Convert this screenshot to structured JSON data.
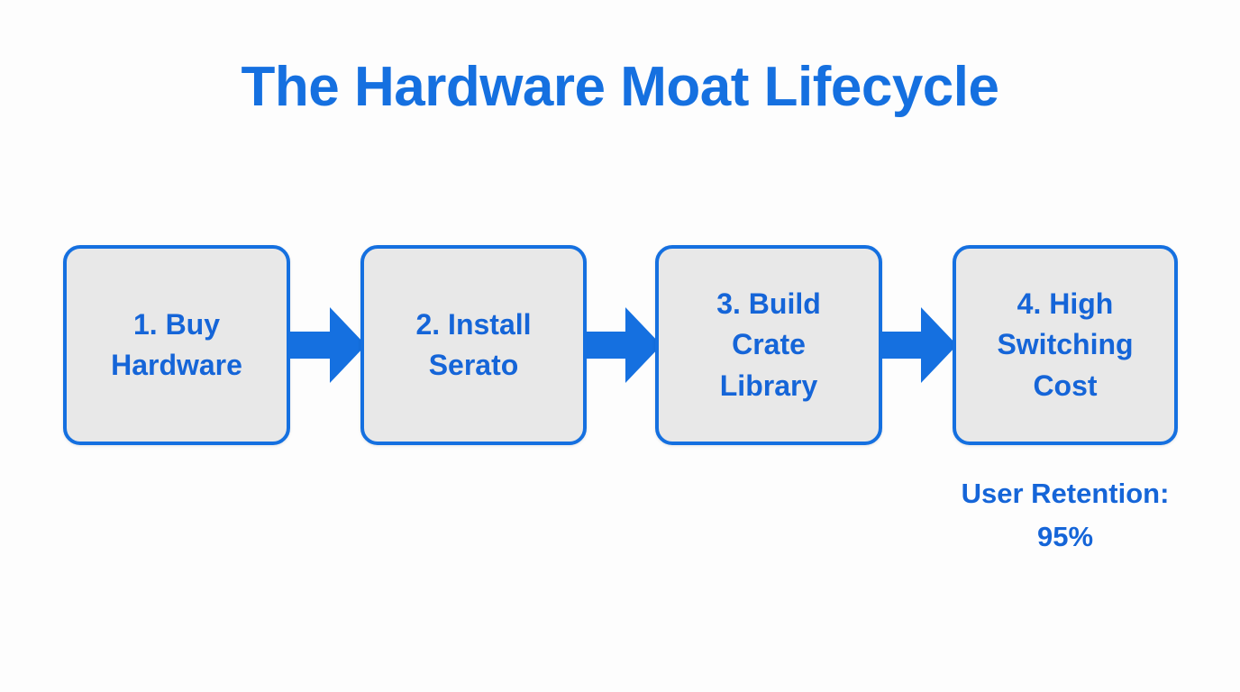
{
  "page": {
    "title": "The Hardware Moat Lifecycle",
    "background_color": "#fdfdfd",
    "accent_color": "#1570e0",
    "box_fill_color": "#e8e8e8",
    "text_color": "#1565d8"
  },
  "diagram": {
    "type": "linear-process-flow",
    "steps": [
      {
        "id": "step-1",
        "label": "1. Buy\nHardware",
        "number": "1",
        "text": "Buy Hardware"
      },
      {
        "id": "step-2",
        "label": "2. Install\nSerato",
        "number": "2",
        "text": "Install Serato"
      },
      {
        "id": "step-3",
        "label": "3. Build\nCrate\nLibrary",
        "number": "3",
        "text": "Build Crate Library"
      },
      {
        "id": "step-4",
        "label": "4. High\nSwitching\nCost",
        "number": "4",
        "text": "High Switching Cost"
      }
    ],
    "connectors": [
      {
        "id": "arrow-1",
        "from": "step-1",
        "to": "step-2",
        "glyph": "block-arrow-right"
      },
      {
        "id": "arrow-2",
        "from": "step-2",
        "to": "step-3",
        "glyph": "block-arrow-right"
      },
      {
        "id": "arrow-3",
        "from": "step-3",
        "to": "step-4",
        "glyph": "block-arrow-right"
      }
    ],
    "caption": {
      "line1": "User Retention:",
      "line2": "95%",
      "metric_label": "User Retention:",
      "metric_value": "95%"
    }
  }
}
